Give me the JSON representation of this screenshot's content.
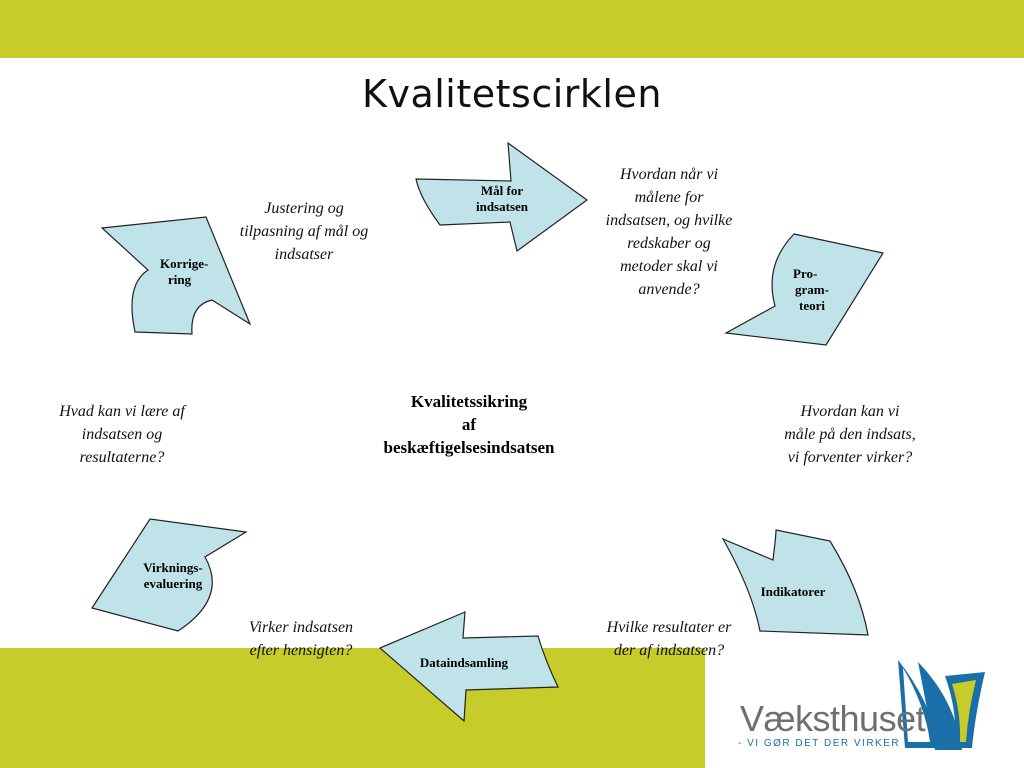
{
  "title": "Kvalitetscirklen",
  "center": {
    "line1": "Kvalitetssikring",
    "line2": "af",
    "line3": "beskæftigelsesindsatsen"
  },
  "steps": [
    {
      "line1": "Mål for",
      "line2": "indsatsen"
    },
    {
      "line1": "Pro-",
      "line2": "gram-",
      "line3": "teori"
    },
    {
      "line1": "Indikatorer"
    },
    {
      "line1": "Dataindsamling"
    },
    {
      "line1": "Virknings-",
      "line2": "evaluering"
    },
    {
      "line1": "Korrige-",
      "line2": "ring"
    }
  ],
  "questions": [
    {
      "lines": [
        "Hvordan når vi",
        "målene for",
        "indsatsen, og hvilke",
        "redskaber og",
        "metoder skal vi",
        "anvende?"
      ]
    },
    {
      "lines": [
        "Hvordan kan vi",
        "måle på den indsats,",
        "vi forventer virker?"
      ]
    },
    {
      "lines": [
        "Hvilke resultater er",
        "der af indsatsen?"
      ]
    },
    {
      "lines": [
        "Virker indsatsen",
        "efter hensigten?"
      ]
    },
    {
      "lines": [
        "Hvad kan vi lære af",
        "indsatsen og",
        "resultaterne?"
      ]
    },
    {
      "lines": [
        "Justering og",
        "tilpasning af mål og",
        "indsatser"
      ]
    }
  ],
  "logo": {
    "name": "Væksthuset",
    "tagline": "- VI GØR DET DER VIRKER"
  },
  "colors": {
    "band": "#c8cc2a",
    "arrow_fill": "#bfe3e8",
    "logo_gray": "#6c6f74",
    "logo_blue": "#1a6fa8"
  }
}
